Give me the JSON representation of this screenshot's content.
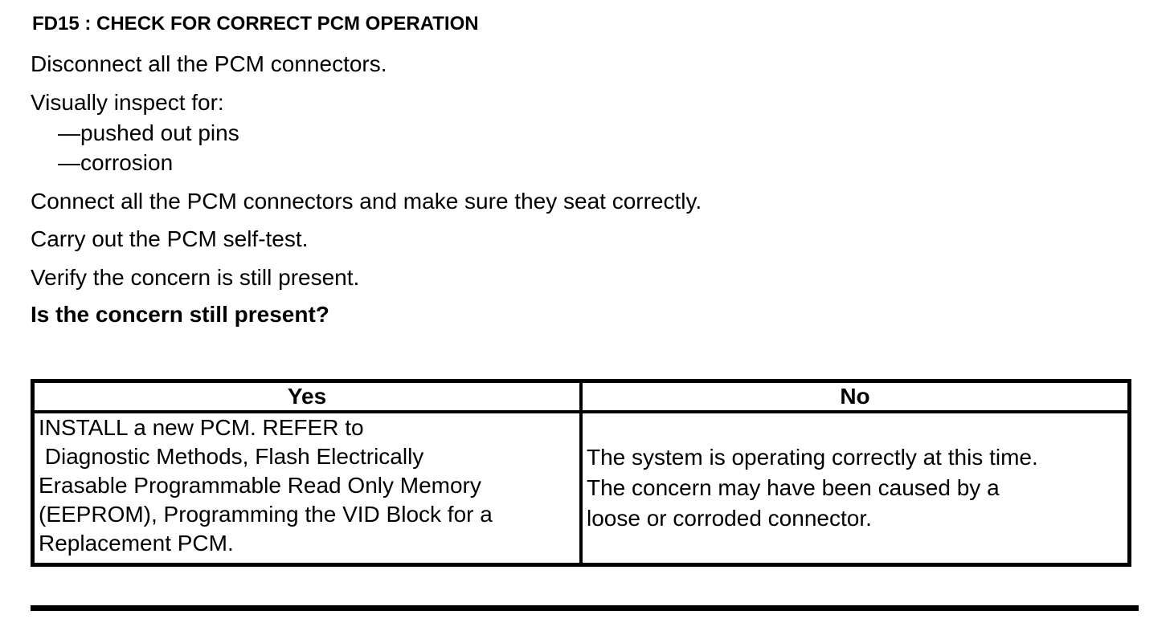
{
  "colors": {
    "background": "#ffffff",
    "text": "#000000",
    "table_border": "#000000"
  },
  "procedure": {
    "title": "FD15 : CHECK FOR CORRECT PCM OPERATION",
    "step_disconnect": "Disconnect all the PCM connectors.",
    "step_inspect": "Visually inspect for:",
    "inspect_items": [
      "—pushed out pins",
      "—corrosion"
    ],
    "step_connect": "Connect all the PCM connectors and make sure they seat correctly.",
    "step_self_test": "Carry out the PCM self-test.",
    "step_verify": "Verify the concern is still present.",
    "question": "Is the concern still present?"
  },
  "results_table": {
    "headers": [
      "Yes",
      "No"
    ],
    "yes_action": "INSTALL a new PCM. REFER to\n Diagnostic Methods, Flash Electrically\nErasable Programmable Read Only Memory\n(EEPROM), Programming the VID Block for a\nReplacement PCM.",
    "no_action": "The system is operating correctly at this time.\nThe concern may have been caused by a\nloose or corroded connector."
  }
}
